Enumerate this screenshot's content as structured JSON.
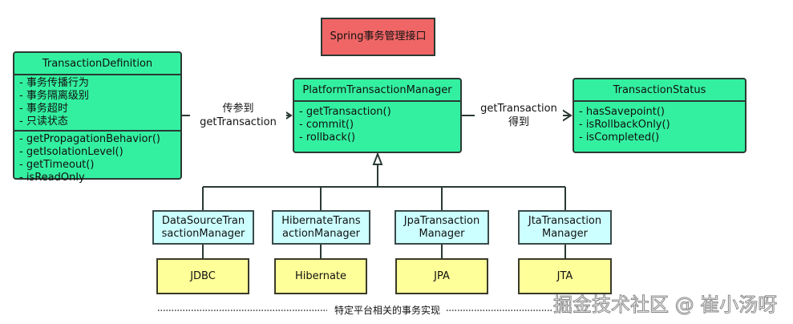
{
  "spring_interface": {
    "label": "Spring事务管理接口",
    "color": "#f06666"
  },
  "transaction_definition": {
    "title": "TransactionDefinition",
    "attributes": [
      "- 事务传播行为",
      "- 事务隔离级别",
      "- 事务超时",
      "- 只读状态"
    ],
    "methods": [
      "- getPropagationBehavior()",
      "- getIsolationLevel()",
      "- getTimeout()",
      "- isReadOnly"
    ]
  },
  "platform_manager": {
    "title": "PlatformTransactionManager",
    "methods": [
      "- getTransaction()",
      "- commit()",
      "- rollback()"
    ]
  },
  "transaction_status": {
    "title": "TransactionStatus",
    "methods": [
      "- hasSavepoint()",
      "- isRollbackOnly()",
      "- isCompleted()"
    ]
  },
  "edge_left": {
    "line1": "传参到",
    "line2": "getTransaction"
  },
  "edge_right": {
    "line1": "getTransaction",
    "line2": "得到"
  },
  "implementations": [
    {
      "line1": "DataSourceTran",
      "line2": "sactionManager",
      "platform": "JDBC"
    },
    {
      "line1": "HibernateTrans",
      "line2": "actionManager",
      "platform": "Hibernate"
    },
    {
      "line1": "JpaTransaction",
      "line2": "Manager",
      "platform": "JPA"
    },
    {
      "line1": "JtaTransaction",
      "line2": "Manager",
      "platform": "JTA"
    }
  ],
  "footer_label": "特定平台相关的事务实现",
  "watermark": "掘金技术社区 @ 崔小汤呀",
  "colors": {
    "green": "#33f0a0",
    "blue": "#ccffff",
    "yellow": "#ffff99"
  }
}
